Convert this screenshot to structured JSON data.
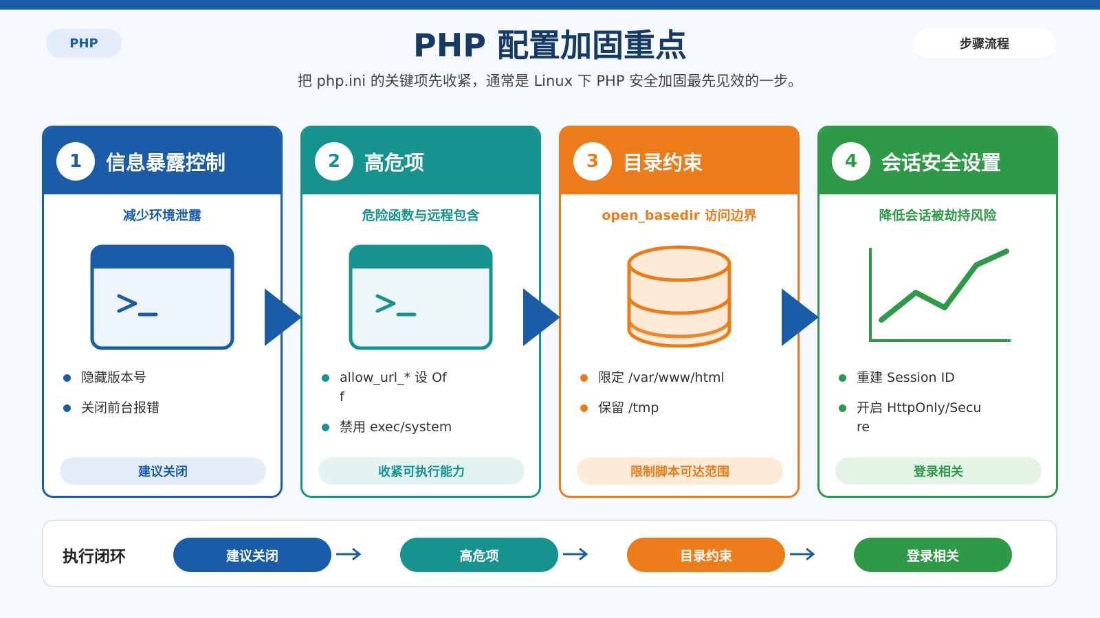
{
  "header": {
    "tag_left": "PHP",
    "title": "PHP 配置加固重点",
    "subtitle": "把 php.ini 的关键项先收紧，通常是 Linux 下 PHP 安全加固最先见效的一步。",
    "tag_right": "步骤流程"
  },
  "colors": {
    "blue": "#1a5ca8",
    "teal": "#16938f",
    "orange": "#ec7b1a",
    "green": "#2e9a48"
  },
  "cards": [
    {
      "num": "1",
      "title": "信息暴露控制",
      "subtitle": "减少环境泄露",
      "icon": "terminal-icon",
      "bullets": [
        "隐藏版本号",
        "关闭前台报错"
      ],
      "pill": "建议关闭"
    },
    {
      "num": "2",
      "title": "高危项",
      "subtitle": "危险函数与远程包含",
      "icon": "terminal-icon",
      "bullets": [
        "allow_url_* 设 Of\nf",
        "禁用 exec/system"
      ],
      "pill": "收紧可执行能力"
    },
    {
      "num": "3",
      "title": "目录约束",
      "subtitle": "open_basedir 访问边界",
      "icon": "database-icon",
      "bullets": [
        "限定 /var/www/html",
        "保留 /tmp"
      ],
      "pill": "限制脚本可达范围"
    },
    {
      "num": "4",
      "title": "会话安全设置",
      "subtitle": "降低会话被劫持风险",
      "icon": "line-chart-icon",
      "bullets": [
        "重建 Session ID",
        "开启 HttpOnly/Secu\nre"
      ],
      "pill": "登录相关"
    }
  ],
  "loop": {
    "label": "执行闭环",
    "steps": [
      "建议关闭",
      "高危项",
      "目录约束",
      "登录相关"
    ]
  }
}
